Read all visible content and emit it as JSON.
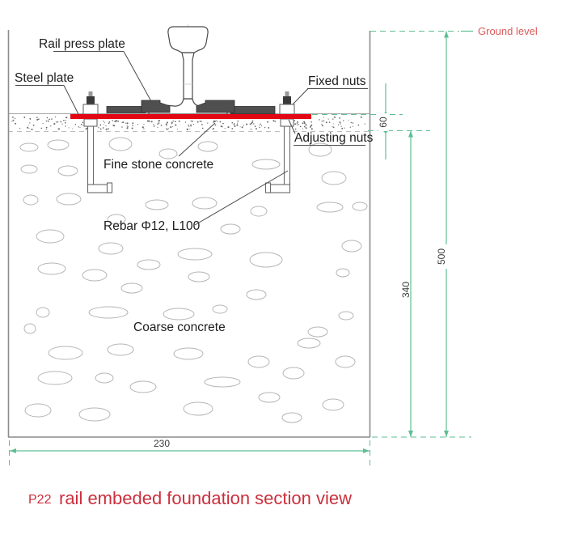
{
  "labels": {
    "rail_press_plate": "Rail press plate",
    "steel_plate": "Steel plate",
    "fixed_nuts": "Fixed nuts",
    "adjusting_nuts": "Adjusting nuts",
    "fine_stone_concrete": "Fine stone concrete",
    "rebar": "Rebar Φ12, L100",
    "coarse_concrete": "Coarse concrete",
    "ground_level": "Ground level"
  },
  "dimensions": {
    "fine_layer_depth": "60",
    "coarse_depth": "340",
    "total_depth": "500",
    "foundation_width": "230"
  },
  "title": {
    "code": "P22",
    "text": "rail embeded foundation section view"
  },
  "colors": {
    "steel_plate_red": "#e30613",
    "dimension_green": "#5ebf93",
    "ground_level_red": "#dd5a5a",
    "title_red": "#cb2f3c",
    "press_plate_gray": "#4f4f4f"
  },
  "aggregate_ellipses": [
    [
      36,
      182,
      11,
      5
    ],
    [
      72,
      179,
      13,
      6
    ],
    [
      149,
      178,
      14,
      8
    ],
    [
      208,
      190,
      11,
      6
    ],
    [
      257,
      181,
      12,
      6
    ],
    [
      396,
      185,
      14,
      8
    ],
    [
      329,
      203,
      17,
      6
    ],
    [
      36,
      209,
      10,
      5
    ],
    [
      84,
      211,
      12,
      6
    ],
    [
      413,
      220,
      15,
      8
    ],
    [
      38,
      247,
      9,
      6
    ],
    [
      85,
      246,
      15,
      7
    ],
    [
      194,
      253,
      14,
      6
    ],
    [
      253,
      251,
      15,
      7
    ],
    [
      320,
      261,
      10,
      6
    ],
    [
      408,
      256,
      16,
      6
    ],
    [
      445,
      255,
      9,
      5
    ],
    [
      144,
      271,
      11,
      6
    ],
    [
      285,
      283,
      12,
      6
    ],
    [
      62,
      292,
      17,
      8
    ],
    [
      137,
      307,
      15,
      7
    ],
    [
      241,
      314,
      21,
      7
    ],
    [
      329,
      321,
      20,
      9
    ],
    [
      435,
      304,
      12,
      7
    ],
    [
      184,
      327,
      14,
      6
    ],
    [
      64,
      332,
      17,
      7
    ],
    [
      117,
      340,
      15,
      7
    ],
    [
      246,
      342,
      13,
      6
    ],
    [
      424,
      337,
      8,
      5
    ],
    [
      163,
      356,
      13,
      6
    ],
    [
      317,
      364,
      12,
      6
    ],
    [
      53,
      386,
      8,
      6
    ],
    [
      134,
      386,
      24,
      7
    ],
    [
      221,
      388,
      19,
      7
    ],
    [
      272,
      382,
      9,
      5
    ],
    [
      428,
      390,
      9,
      5
    ],
    [
      37,
      406,
      7,
      6
    ],
    [
      393,
      410,
      12,
      6
    ],
    [
      81,
      436,
      21,
      8
    ],
    [
      149,
      432,
      16,
      7
    ],
    [
      233,
      437,
      18,
      7
    ],
    [
      320,
      447,
      13,
      7
    ],
    [
      382,
      424,
      14,
      6
    ],
    [
      427,
      447,
      12,
      7
    ],
    [
      68,
      467,
      21,
      8
    ],
    [
      129,
      467,
      11,
      6
    ],
    [
      177,
      478,
      16,
      7
    ],
    [
      275,
      472,
      22,
      6
    ],
    [
      363,
      461,
      13,
      7
    ],
    [
      333,
      491,
      13,
      6
    ],
    [
      47,
      507,
      16,
      8
    ],
    [
      117,
      512,
      19,
      8
    ],
    [
      245,
      505,
      18,
      8
    ],
    [
      412,
      500,
      13,
      7
    ],
    [
      361,
      516,
      12,
      6
    ]
  ]
}
